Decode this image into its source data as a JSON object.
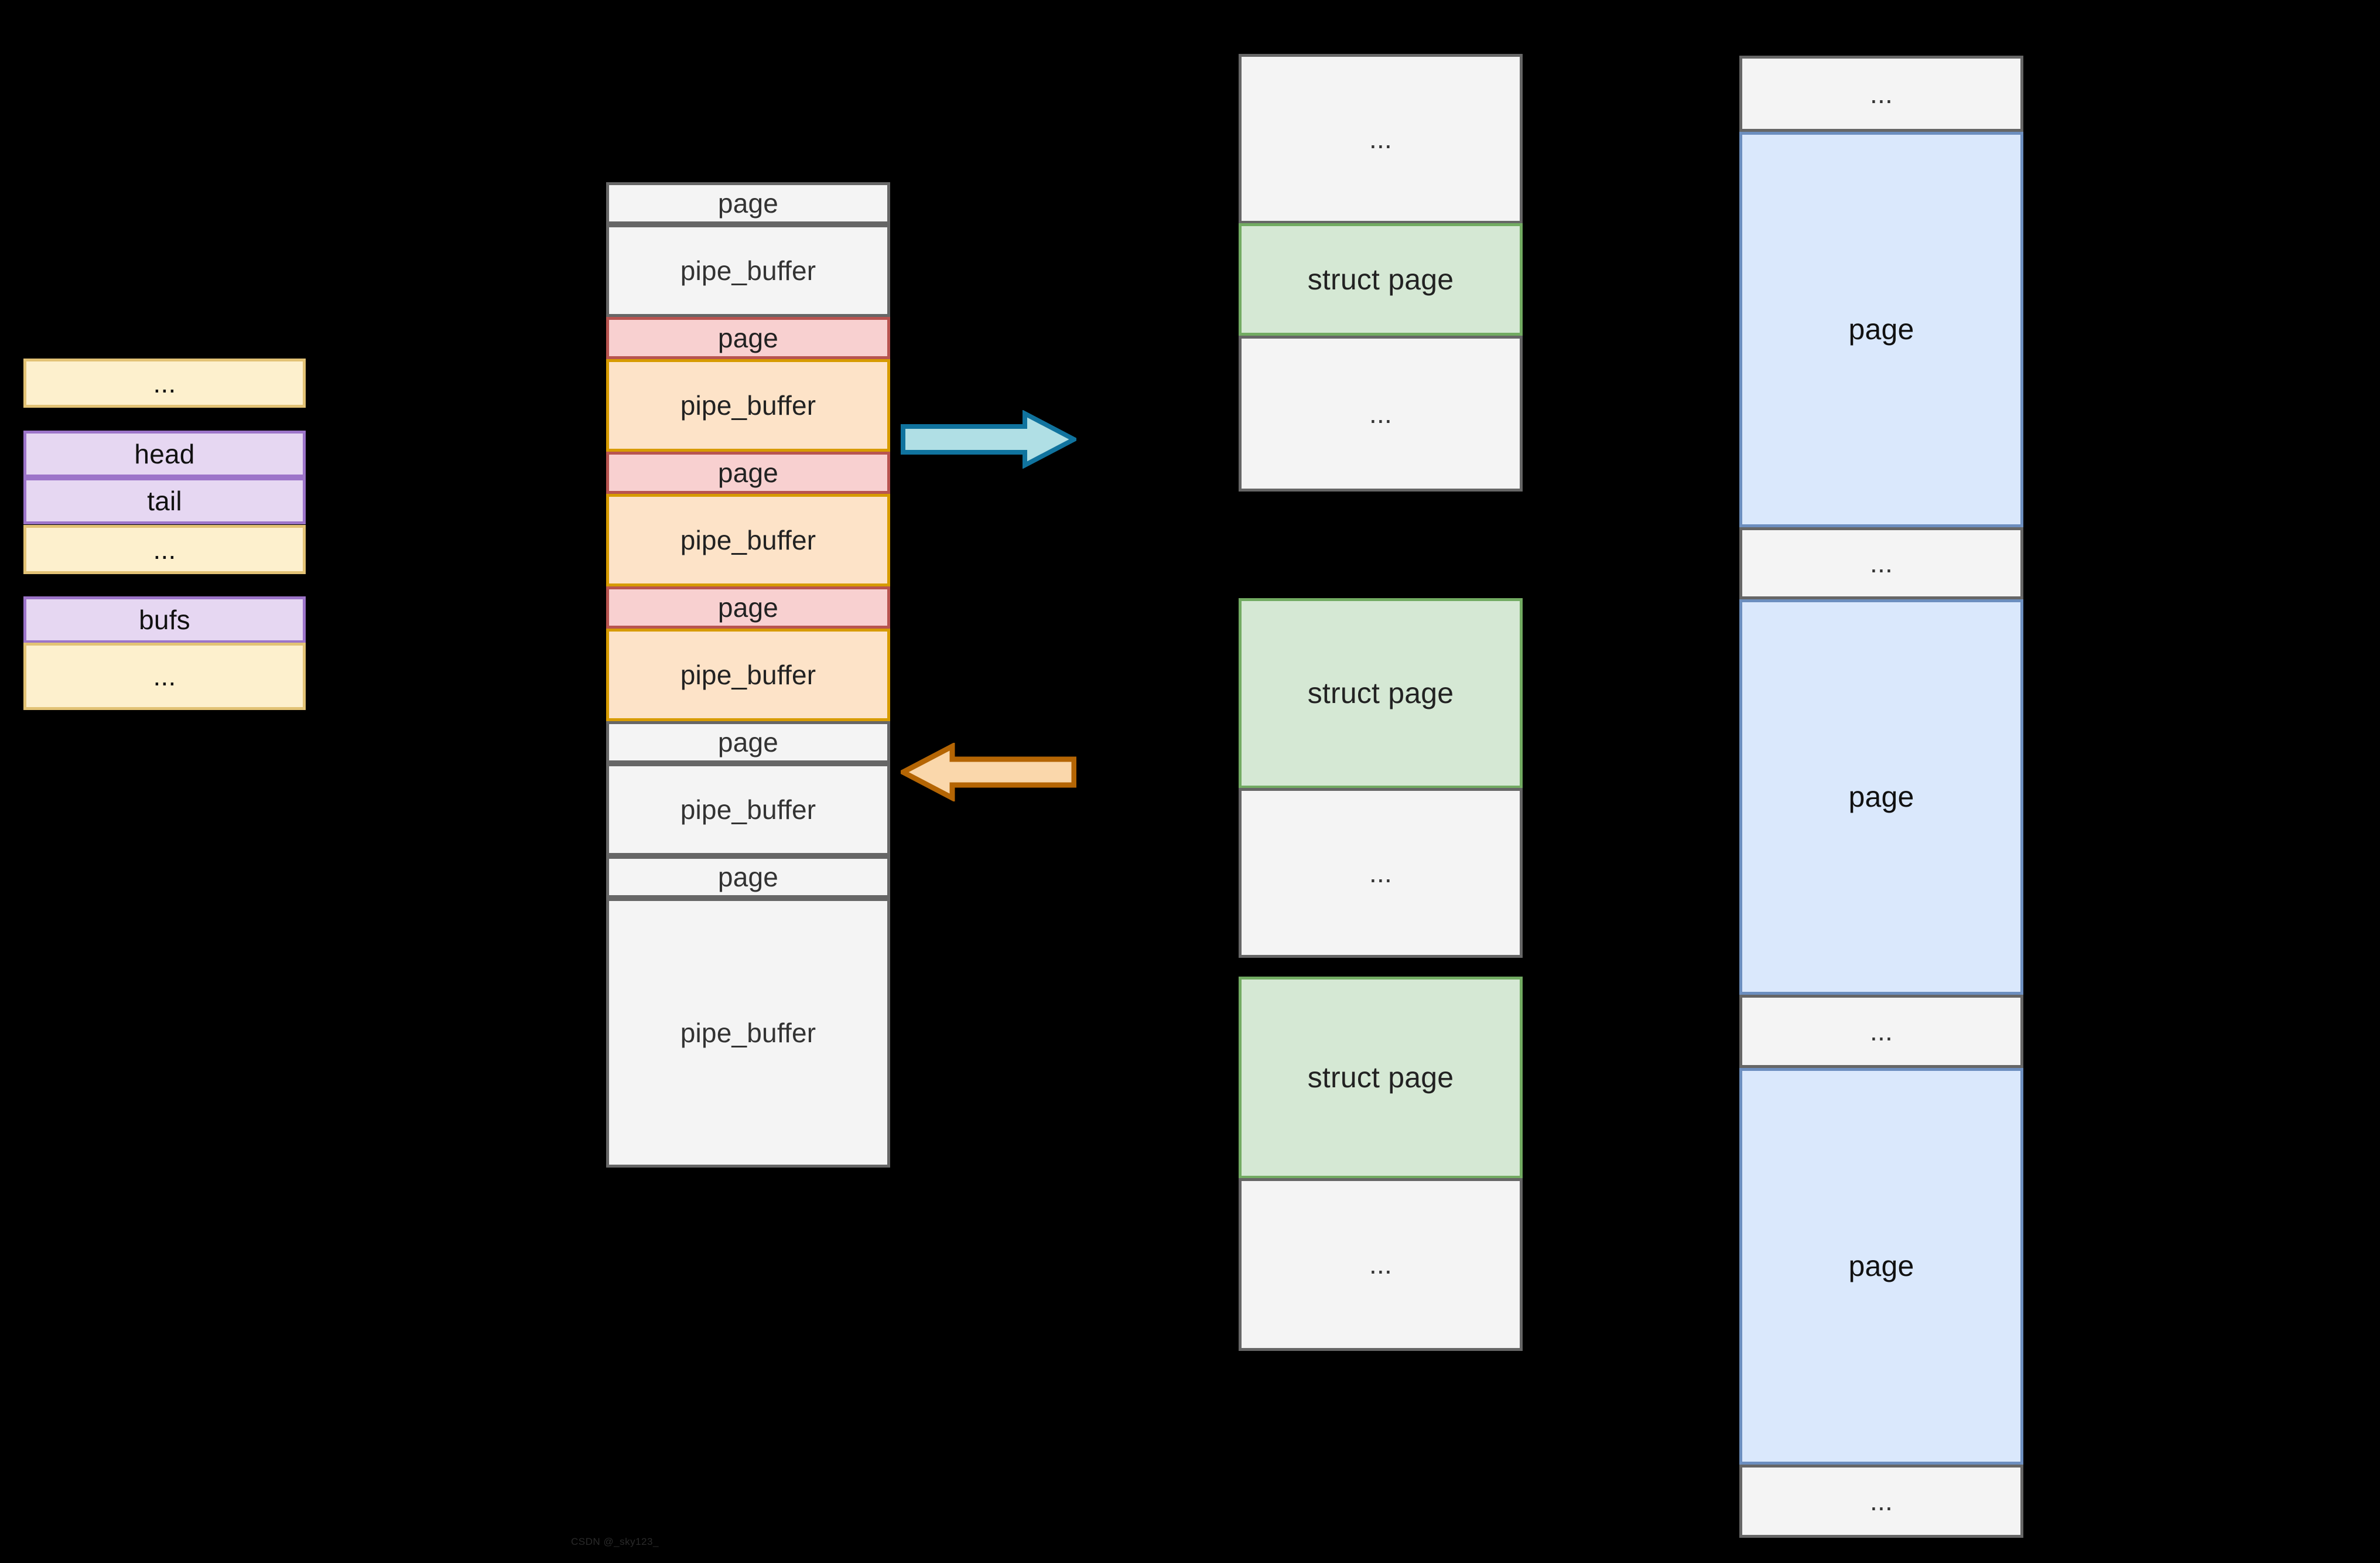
{
  "diagram": {
    "background_color": "#000000",
    "title_hidden": true,
    "watermark": "CSDN @_sky123_",
    "palette": {
      "yellow_fill": "#fdf0cd",
      "yellow_stroke": "#e2c275",
      "purple_fill": "#e6d7f2",
      "purple_stroke": "#9c74c9",
      "grey_fill": "#f4f4f4",
      "grey_stroke": "#666666",
      "pink_fill": "#f8d0d0",
      "pink_stroke": "#b85450",
      "orange_fill": "#fde3c8",
      "orange_stroke": "#d79b00",
      "green_fill": "#d5e8d4",
      "green_stroke": "#72ab62",
      "blue_fill": "#dae8fc",
      "blue_stroke": "#6c8ebf",
      "cyan_arrow_fill": "#b0dfe5",
      "cyan_arrow_stroke": "#10739e",
      "orange_arrow_fill": "#fad7ab",
      "orange_arrow_stroke": "#b46504"
    }
  },
  "pipe_inode_info": {
    "name": "pipe-struct-column",
    "rows": [
      {
        "label": "...",
        "color": "yellow"
      },
      {
        "label": "head",
        "color": "purple"
      },
      {
        "label": "tail",
        "color": "purple"
      },
      {
        "label": "...",
        "color": "yellow"
      },
      {
        "label": "bufs",
        "color": "purple"
      },
      {
        "label": "...",
        "color": "yellow"
      }
    ]
  },
  "pipe_buffer_array": {
    "name": "pipe-buffer-array-column",
    "rows": [
      {
        "label": "page",
        "color": "grey"
      },
      {
        "label": "pipe_buffer",
        "color": "grey"
      },
      {
        "label": "page",
        "color": "pink"
      },
      {
        "label": "pipe_buffer",
        "color": "orange"
      },
      {
        "label": "page",
        "color": "pink"
      },
      {
        "label": "pipe_buffer",
        "color": "orange"
      },
      {
        "label": "page",
        "color": "pink"
      },
      {
        "label": "pipe_buffer",
        "color": "orange"
      },
      {
        "label": "page",
        "color": "grey"
      },
      {
        "label": "pipe_buffer",
        "color": "grey"
      },
      {
        "label": "page",
        "color": "grey"
      },
      {
        "label": "pipe_buffer",
        "color": "grey"
      }
    ]
  },
  "struct_page_column": {
    "name": "struct-page-column",
    "rows": [
      {
        "label": "...",
        "color": "grey"
      },
      {
        "label": "struct page",
        "color": "green"
      },
      {
        "label": "...",
        "color": "grey"
      },
      {
        "label": "struct page",
        "color": "green"
      },
      {
        "label": "...",
        "color": "grey"
      },
      {
        "label": "struct page",
        "color": "green"
      },
      {
        "label": "...",
        "color": "grey"
      }
    ]
  },
  "physical_page_column": {
    "name": "physical-page-column",
    "rows": [
      {
        "label": "...",
        "color": "grey"
      },
      {
        "label": "page",
        "color": "blue"
      },
      {
        "label": "...",
        "color": "grey"
      },
      {
        "label": "page",
        "color": "blue"
      },
      {
        "label": "...",
        "color": "grey"
      },
      {
        "label": "page",
        "color": "blue"
      },
      {
        "label": "...",
        "color": "grey"
      }
    ]
  },
  "arrows": [
    {
      "name": "cyan-arrow-right",
      "direction": "right",
      "fill": "#b0dfe5",
      "stroke": "#10739e"
    },
    {
      "name": "orange-arrow-left",
      "direction": "left",
      "fill": "#fad7ab",
      "stroke": "#b46504"
    }
  ]
}
